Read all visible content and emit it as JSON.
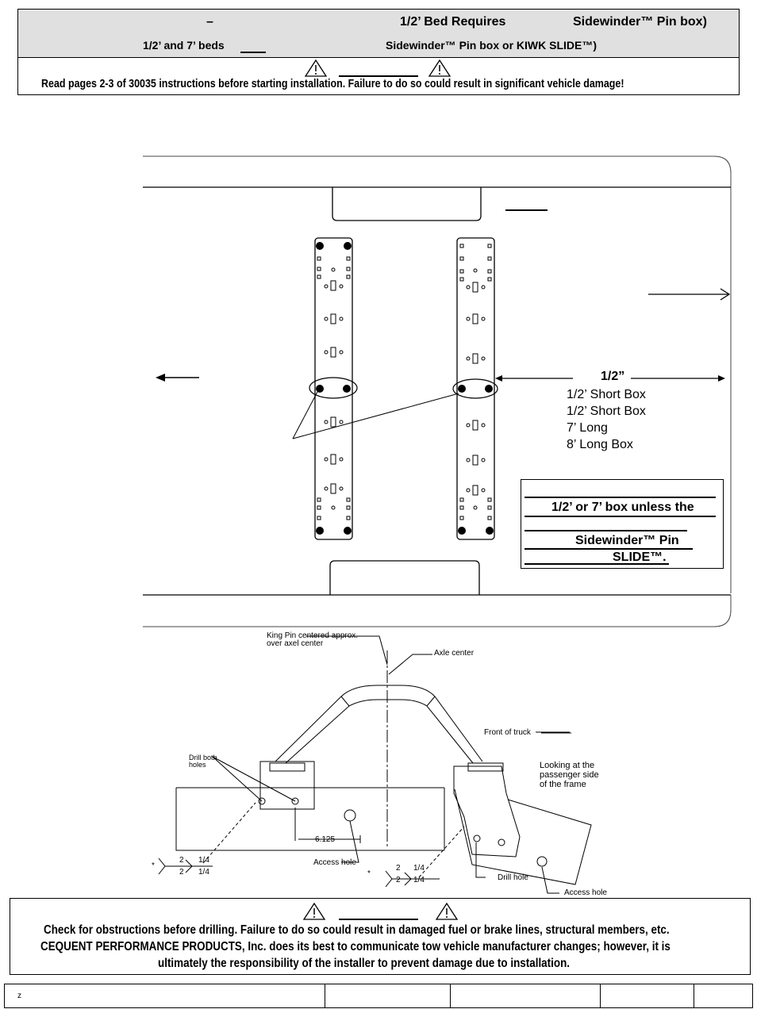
{
  "header": {
    "line1_dash": "–",
    "line1_bed": "1/2’ Bed Requires",
    "line1_pinbox": "Sidewinder™  Pin box)",
    "line2_beds": "1/2’ and 7’ beds",
    "line2_pinbox": "Sidewinder™  Pin box or KIWK SLIDE™)",
    "warning_text": "Read pages 2-3 of 30035 instructions before starting installation. Failure to do so could result in significant vehicle damage!"
  },
  "top_diagram": {
    "half_inch_label": "1/2”",
    "box_list": [
      "1/2’ Short Box",
      "1/2’ Short Box",
      "7’ Long",
      "8’ Long Box"
    ],
    "note_lines": [
      "1/2’ or 7’ box unless the",
      "Sidewinder™  Pin",
      "SLIDE™."
    ]
  },
  "frame_diagram": {
    "king_pin_label": "King Pin centered approx.\nover axel center",
    "king_pin_line1": "King Pin centered approx.",
    "king_pin_line2": "over axel center",
    "axle_center": "Axle center",
    "front_of_truck": "Front of truck",
    "looking_line1": "Looking at the",
    "looking_line2": "passenger side",
    "looking_line3": "of the frame",
    "drill_both_line1": "Drill both",
    "drill_both_line2": "holes",
    "dimension": "6.125",
    "access_hole_left": "Access hole",
    "access_hole_right": "Access hole",
    "drill_hole": "Drill hole",
    "weld_left_top": "1/4",
    "weld_left_bottom": "1/4",
    "weld_left_num_top": "2",
    "weld_left_num_bottom": "2",
    "weld_right_top": "1/4",
    "weld_right_bottom": "1/4",
    "weld_right_num_top": "2",
    "weld_right_num_bottom": "2",
    "asterisk": "*"
  },
  "bottom_warning": {
    "line1": "Check for obstructions before drilling. Failure to do so could result in damaged fuel or brake lines, structural members, etc.",
    "line2": "CEQUENT PERFORMANCE PRODUCTS, Inc.  does its best to communicate tow vehicle manufacturer changes; however, it is",
    "line3": "ultimately the responsibility of the installer to prevent damage due to installation."
  },
  "footer": {
    "cell1": "z"
  }
}
